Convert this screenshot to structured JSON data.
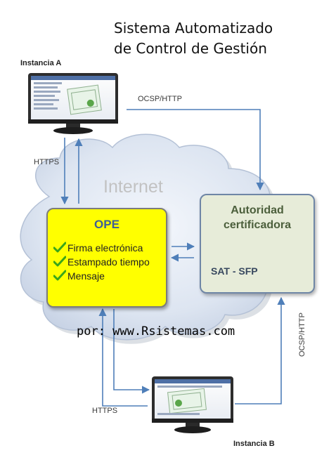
{
  "title": {
    "line1": "Sistema Automatizado",
    "line2": "de Control de Gestión"
  },
  "nodes": {
    "instancia_a": "Instancia A",
    "instancia_b": "Instancia B",
    "internet": "Internet",
    "ope": {
      "title": "OPE",
      "items": [
        "Firma electrónica",
        "Estampado tiempo",
        "Mensaje"
      ]
    },
    "autoridad": {
      "title_line1": "Autoridad",
      "title_line2": "certificadora",
      "subtitle": "SAT - SFP"
    }
  },
  "connections": {
    "a_to_ca": "OCSP/HTTP",
    "a_to_ope": "HTTPS",
    "b_to_ope": "HTTPS",
    "b_to_ca": "OCSP/HTTP"
  },
  "footer": "por: www.Rsistemas.com",
  "colors": {
    "ope_fill": "#ffff00",
    "ope_title": "#3e5f95",
    "authority_fill": "#e7ecd9",
    "authority_title": "#4c5f3c",
    "arrow": "#4f7fb9",
    "check": "#3aa61a"
  }
}
